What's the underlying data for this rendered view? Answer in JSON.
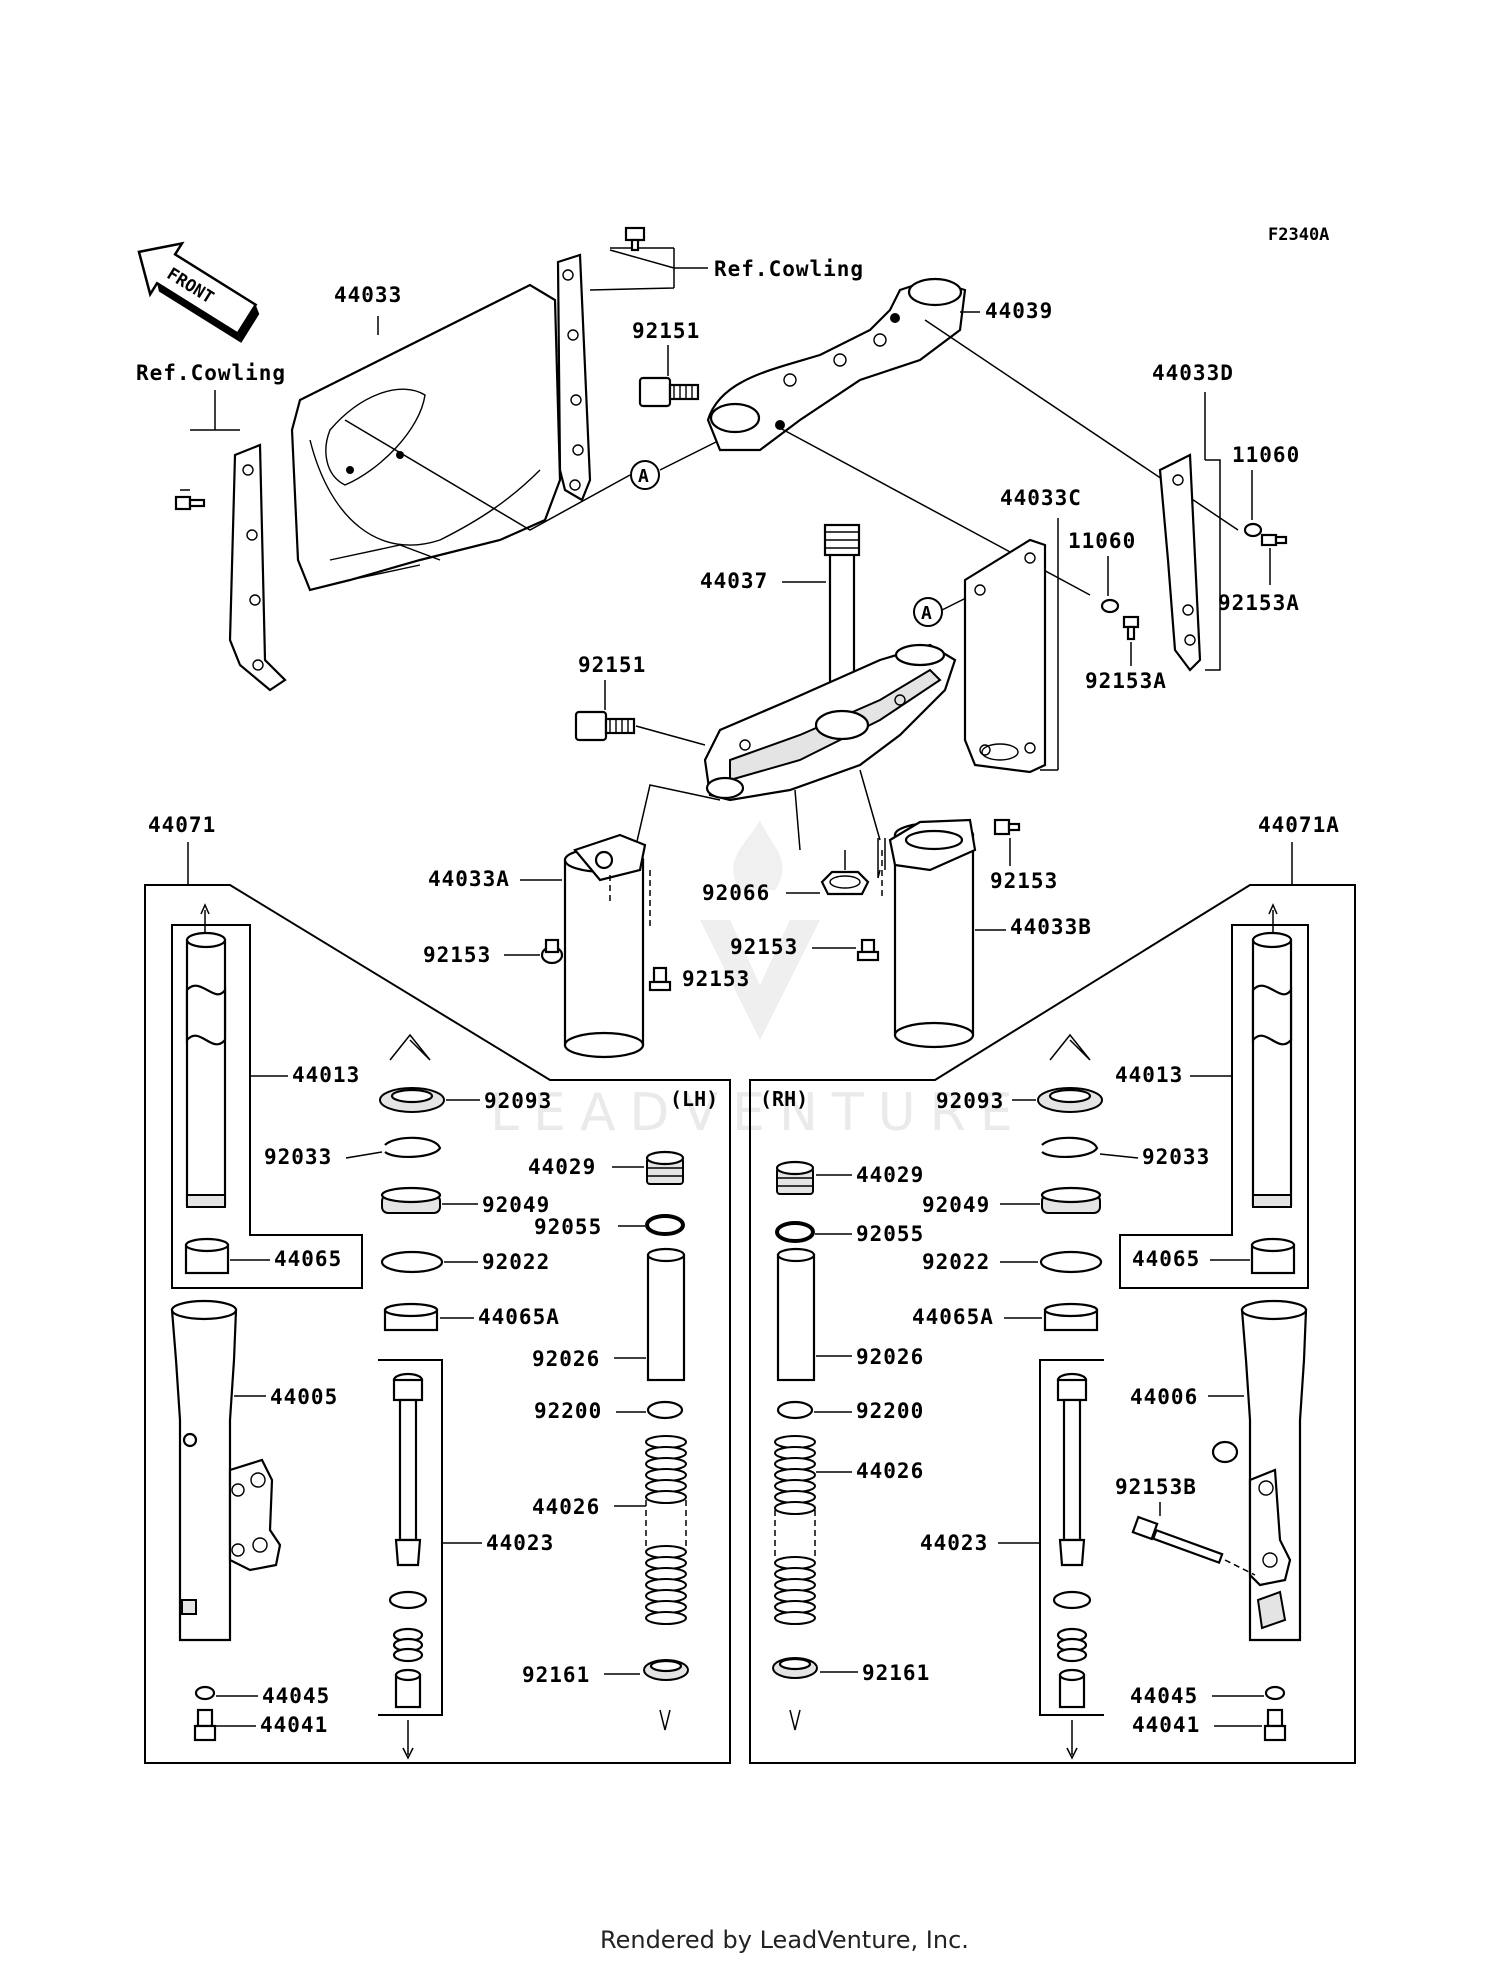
{
  "figure_code": "F2340A",
  "front_label": "FRONT",
  "ref_labels": [
    "Ref.Cowling",
    "Ref.Cowling"
  ],
  "callouts": [
    "A",
    "A"
  ],
  "side_labels": {
    "left": "(LH)",
    "right": "(RH)"
  },
  "parts_upper": [
    "44033",
    "44039",
    "92151",
    "44033D",
    "11060",
    "92153A",
    "44033C",
    "11060",
    "92153A",
    "44037",
    "92151",
    "44033A",
    "92066",
    "92153",
    "44033B",
    "92153",
    "92153",
    "92153"
  ],
  "parts_lh": [
    "44071",
    "44013",
    "92093",
    "92033",
    "92049",
    "44065",
    "92022",
    "44065A",
    "44005",
    "44023",
    "44045",
    "44041",
    "44029",
    "92055",
    "92026",
    "92200",
    "44026",
    "92161"
  ],
  "parts_rh": [
    "44071A",
    "44013",
    "92093",
    "92033",
    "92049",
    "44065",
    "92022",
    "44065A",
    "44006",
    "44023",
    "92153B",
    "44045",
    "44041",
    "44029",
    "92055",
    "92026",
    "92200",
    "44026",
    "92161"
  ],
  "watermark": "LEADVENTURE",
  "footer": "Rendered by LeadVenture, Inc."
}
